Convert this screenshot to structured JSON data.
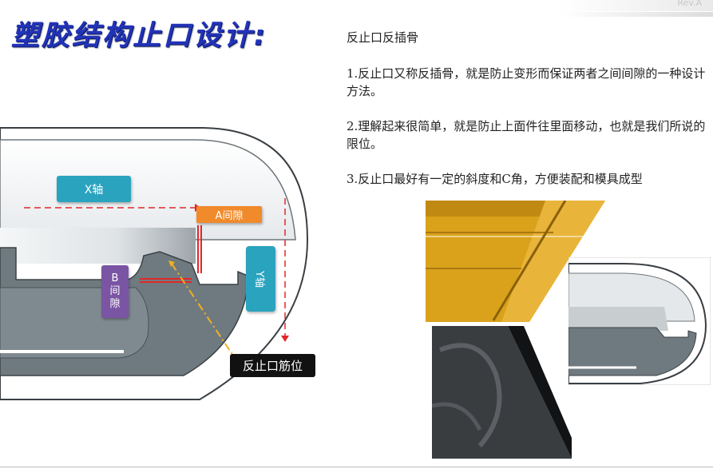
{
  "header": {
    "revision": "Rev.A",
    "title": "塑胶结构止口设计:"
  },
  "content": {
    "heading": "反止口反插骨",
    "points": [
      "1.反止口又称反插骨，就是防止变形而保证两者之间间隙的一种设计方法。",
      "2.理解起来很简单，就是防止上面件往里面移动，也就是我们所说的限位。",
      "3.反止口最好有一定的斜度和C角，方便装配和模具成型"
    ]
  },
  "diagram": {
    "x_axis_label": "X轴",
    "y_axis_label": "Y轴",
    "a_gap_label": "A间隙",
    "b_gap_label": [
      "B",
      "间",
      "隙"
    ],
    "rib_label": "反止口筋位"
  },
  "colors": {
    "title": "#2233b8",
    "callout_teal": "#2aa3bf",
    "callout_orange": "#f08a2a",
    "callout_purple": "#7a55a3",
    "gap_line_red": "#e02828",
    "photo_yellow": "#d9a21a"
  }
}
